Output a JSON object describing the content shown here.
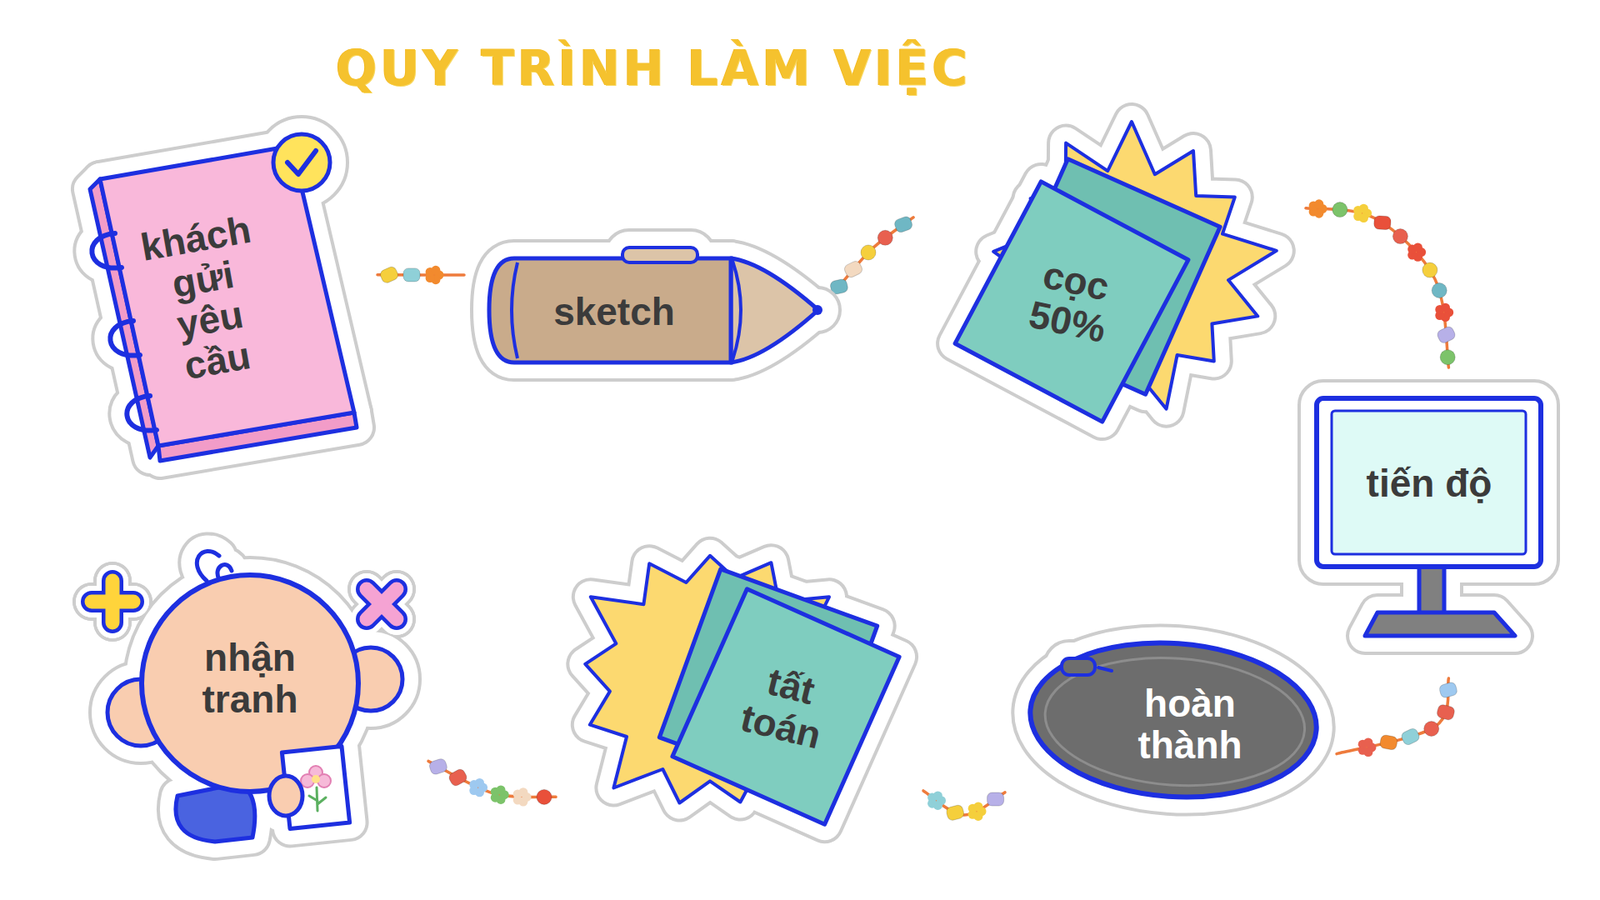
{
  "diagram": {
    "title": "QUY TRÌNH LÀM VIỆC",
    "nodes": [
      {
        "text": [
          "khách gửi yêu cầu"
        ]
      },
      {
        "text": [
          "sketch"
        ]
      },
      {
        "text": [
          "cọc 50%"
        ]
      },
      {
        "text": [
          "tiến độ"
        ]
      },
      {
        "text": [
          "hoàn thành"
        ]
      },
      {
        "text": [
          "tất toán"
        ]
      },
      {
        "text": [
          "nhận tranh"
        ]
      }
    ],
    "edges": [
      {
        "from": 0,
        "to": 1,
        "arrow": "none"
      },
      {
        "from": 1,
        "to": 2,
        "arrow": "none"
      },
      {
        "from": 2,
        "to": 3,
        "arrow": "none"
      },
      {
        "from": 3,
        "to": 4,
        "arrow": "none"
      },
      {
        "from": 4,
        "to": 5,
        "arrow": "none"
      },
      {
        "from": 5,
        "to": 6,
        "arrow": "none"
      }
    ]
  }
}
